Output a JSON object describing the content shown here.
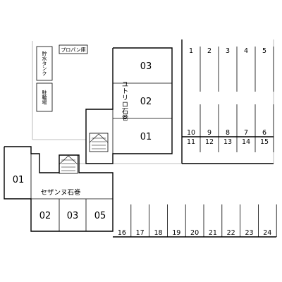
{
  "building_north": {
    "name": "ユトリロ石巻",
    "units": [
      "03",
      "02",
      "01"
    ]
  },
  "building_south": {
    "name": "セザンヌ石巻",
    "units": [
      "01",
      "02",
      "03",
      "05"
    ]
  },
  "facilities": {
    "propane": "プロパン庫",
    "tank": "貯水タンク",
    "bike": "駐輪場"
  },
  "parking_top": [
    "1",
    "2",
    "3",
    "4",
    "5"
  ],
  "parking_mid_upper": [
    "10",
    "9",
    "8",
    "7",
    "6"
  ],
  "parking_mid_lower": [
    "11",
    "12",
    "13",
    "14",
    "15"
  ],
  "parking_bottom": [
    "16",
    "17",
    "18",
    "19",
    "20",
    "21",
    "22",
    "23",
    "24"
  ]
}
